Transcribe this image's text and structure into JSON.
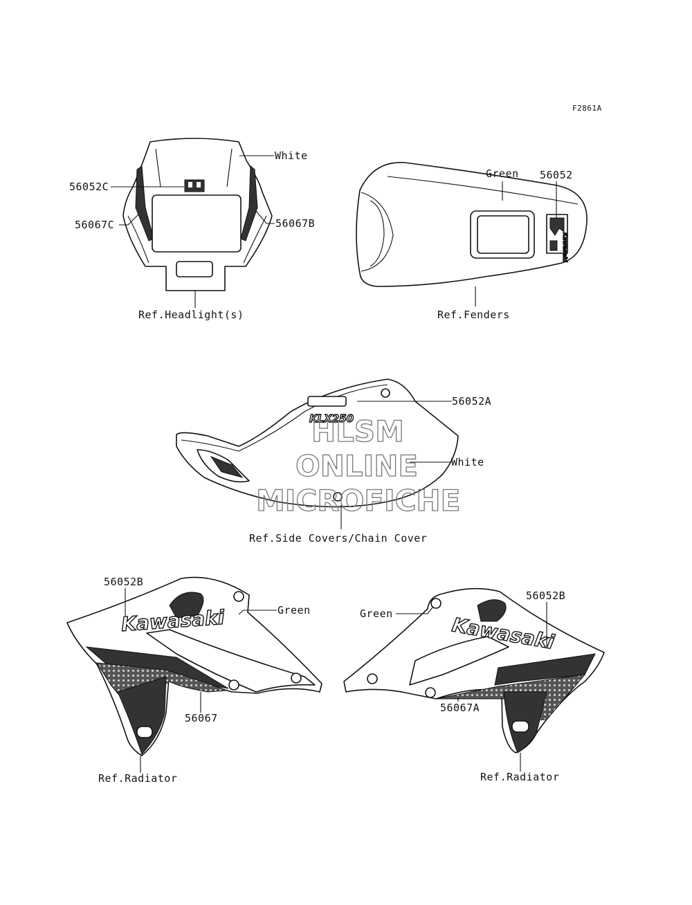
{
  "figure_id": "F2861A",
  "watermark": {
    "line1": "HLSM",
    "line2": "ONLINE",
    "line3": "MICROFICHE"
  },
  "logos": {
    "kawasaki_left": "Kawasaki",
    "kawasaki_right": "Kawasaki",
    "side_cover": "KLX250",
    "fender_emblem": "Kawasaki"
  },
  "labels": {
    "white_headlight": "White",
    "p56052C": "56052C",
    "p56067C": "56067C",
    "p56067B": "56067B",
    "ref_headlight": "Ref.Headlight(s)",
    "green_fender": "Green",
    "p56052": "56052",
    "ref_fenders": "Ref.Fenders",
    "p56052A": "56052A",
    "white_side": "White",
    "ref_side": "Ref.Side Covers/Chain Cover",
    "p56052B_left": "56052B",
    "green_left": "Green",
    "p56067": "56067",
    "ref_radiator_left": "Ref.Radiator",
    "green_right": "Green",
    "p56052B_right": "56052B",
    "p56067A": "56067A",
    "ref_radiator_right": "Ref.Radiator"
  }
}
